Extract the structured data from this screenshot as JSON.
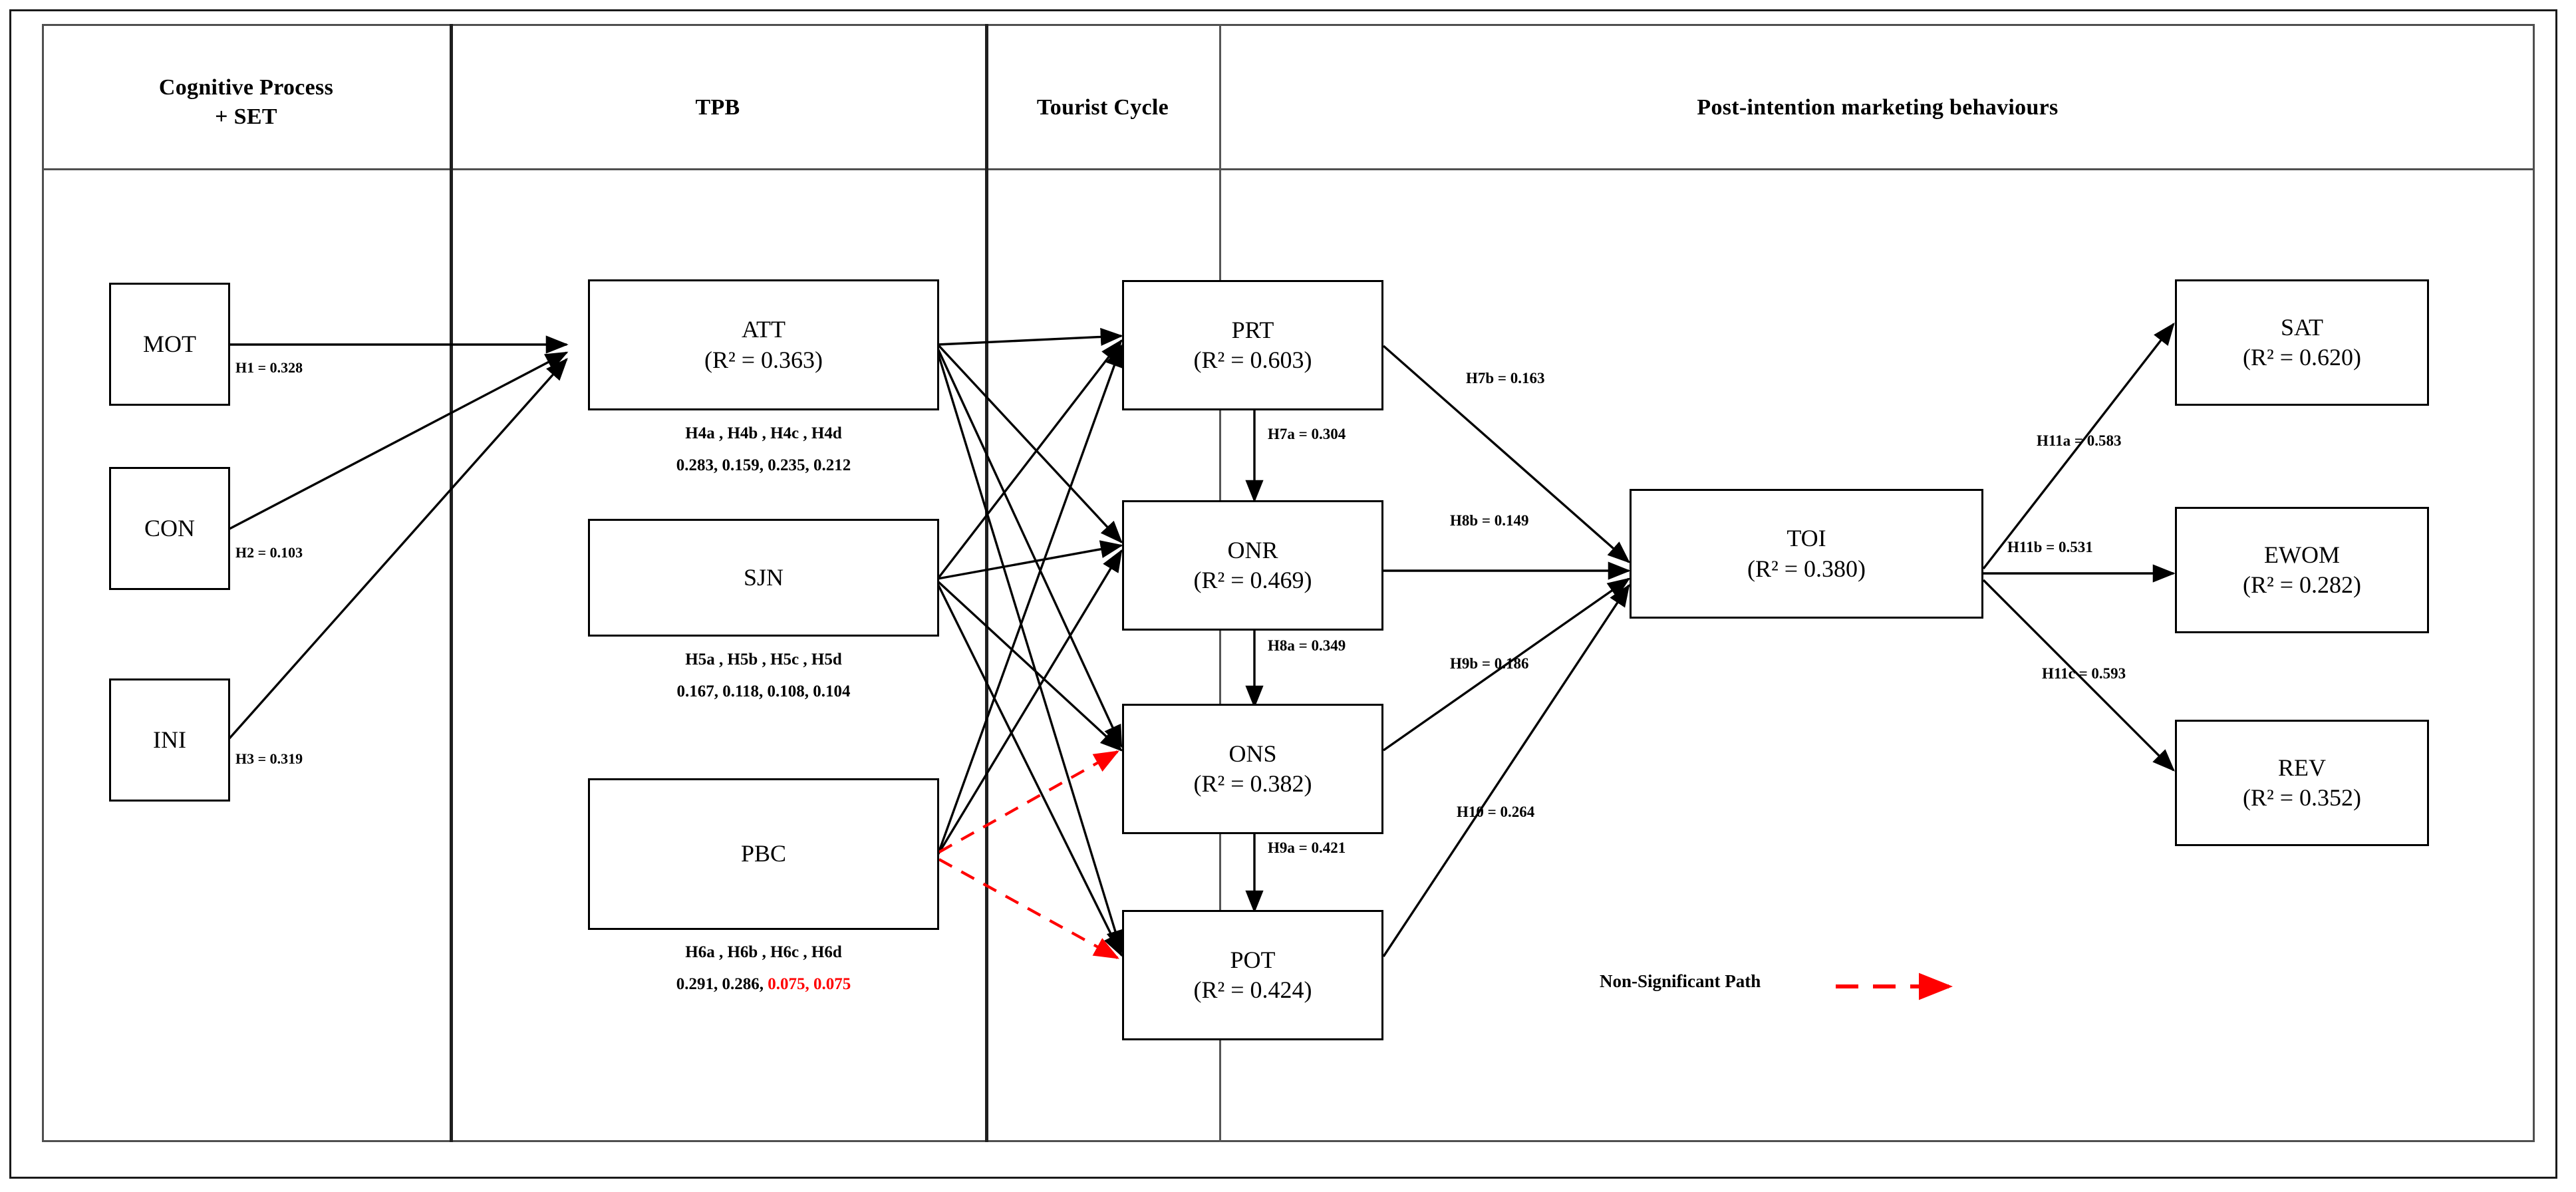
{
  "figure": {
    "type": "sem-path-diagram",
    "columns": [
      {
        "id": "col-cognitive",
        "title": "Cognitive Process\n+ SET"
      },
      {
        "id": "col-tpb",
        "title": "TPB"
      },
      {
        "id": "col-tourist-cycle",
        "title": "Tourist Cycle"
      },
      {
        "id": "col-post-intention",
        "title": "Post-intention marketing behaviours"
      }
    ],
    "column_titles": {
      "cognitive_line1": "Cognitive Process",
      "cognitive_line2": "+ SET",
      "tpb": "TPB",
      "tourist_cycle": "Tourist Cycle",
      "post_intention": "Post-intention marketing behaviours"
    },
    "nodes": [
      {
        "id": "MOT",
        "name": "MOT",
        "r2": null
      },
      {
        "id": "CON",
        "name": "CON",
        "r2": null
      },
      {
        "id": "INI",
        "name": "INI",
        "r2": null
      },
      {
        "id": "ATT",
        "name": "ATT",
        "r2": "(R² = 0.363)",
        "r2_value": 0.363
      },
      {
        "id": "SJN",
        "name": "SJN",
        "r2": null
      },
      {
        "id": "PBC",
        "name": "PBC",
        "r2": null
      },
      {
        "id": "PRT",
        "name": "PRT",
        "r2": "(R² =  0.603)",
        "r2_value": 0.603
      },
      {
        "id": "ONR",
        "name": "ONR",
        "r2": "(R² =  0.469)",
        "r2_value": 0.469
      },
      {
        "id": "ONS",
        "name": "ONS",
        "r2": "(R² =  0.382)",
        "r2_value": 0.382
      },
      {
        "id": "POT",
        "name": "POT",
        "r2": "(R² =  0.424)",
        "r2_value": 0.424
      },
      {
        "id": "TOI",
        "name": "TOI",
        "r2": "(R² = 0.380)",
        "r2_value": 0.38
      },
      {
        "id": "SAT",
        "name": "SAT",
        "r2": "(R² =  0.620)",
        "r2_value": 0.62
      },
      {
        "id": "EWOM",
        "name": "EWOM",
        "r2": "(R² =  0.282)",
        "r2_value": 0.282
      },
      {
        "id": "REV",
        "name": "REV",
        "r2": "(R² =  0.352)",
        "r2_value": 0.352
      }
    ],
    "path_labels": {
      "h1": "H1 = 0.328",
      "h2": "H2 = 0.103",
      "h3": "H3 = 0.319",
      "h7a": "H7a = 0.304",
      "h7b": "H7b = 0.163",
      "h8a": "H8a = 0.349",
      "h8b": "H8b = 0.149",
      "h9a": "H9a = 0.421",
      "h9b": "H9b = 0.186",
      "h10": "H10 = 0.264",
      "h11a": "H11a = 0.583",
      "h11b": "H11b = 0.531",
      "h11c": "H11c = 0.593"
    },
    "hypothesis_blocks": {
      "att": {
        "labels": "H4a ,  H4b , H4c ,  H4d",
        "values_significant": "0.283, 0.159, 0.235, 0.212",
        "values_nonsignificant": ""
      },
      "sjn": {
        "labels": "H5a ,  H5b , H5c ,  H5d",
        "values_significant": "0.167, 0.118, 0.108, 0.104",
        "values_nonsignificant": ""
      },
      "pbc": {
        "labels": "H6a ,  H6b , H6c ,  H6d",
        "values_significant": "0.291, 0.286, ",
        "values_nonsignificant": "0.075, 0.075"
      }
    },
    "legend": {
      "label": "Non-Significant Path"
    },
    "colors": {
      "nonsignificant": "#ff0000",
      "path": "#000000",
      "frame": "#4f4f4f",
      "divider": "#1f1f1f"
    }
  },
  "chart_data": {
    "type": "diagram",
    "title": "Structural model with path coefficients",
    "constructs": [
      {
        "code": "MOT",
        "block": "Cognitive Process + SET",
        "r2": null
      },
      {
        "code": "CON",
        "block": "Cognitive Process + SET",
        "r2": null
      },
      {
        "code": "INI",
        "block": "Cognitive Process + SET",
        "r2": null
      },
      {
        "code": "ATT",
        "block": "TPB",
        "r2": 0.363
      },
      {
        "code": "SJN",
        "block": "TPB",
        "r2": null
      },
      {
        "code": "PBC",
        "block": "TPB",
        "r2": null
      },
      {
        "code": "PRT",
        "block": "Tourist Cycle",
        "r2": 0.603
      },
      {
        "code": "ONR",
        "block": "Tourist Cycle",
        "r2": 0.469
      },
      {
        "code": "ONS",
        "block": "Tourist Cycle",
        "r2": 0.382
      },
      {
        "code": "POT",
        "block": "Tourist Cycle",
        "r2": 0.424
      },
      {
        "code": "TOI",
        "block": "Post-intention marketing behaviours",
        "r2": 0.38
      },
      {
        "code": "SAT",
        "block": "Post-intention marketing behaviours",
        "r2": 0.62
      },
      {
        "code": "EWOM",
        "block": "Post-intention marketing behaviours",
        "r2": 0.282
      },
      {
        "code": "REV",
        "block": "Post-intention marketing behaviours",
        "r2": 0.352
      }
    ],
    "paths": [
      {
        "hypothesis": "H1",
        "from": "MOT",
        "to": "ATT",
        "coefficient": 0.328,
        "significant": true
      },
      {
        "hypothesis": "H2",
        "from": "CON",
        "to": "ATT",
        "coefficient": 0.103,
        "significant": true
      },
      {
        "hypothesis": "H3",
        "from": "INI",
        "to": "ATT",
        "coefficient": 0.319,
        "significant": true
      },
      {
        "hypothesis": "H4a",
        "from": "ATT",
        "to": "PRT",
        "coefficient": 0.283,
        "significant": true
      },
      {
        "hypothesis": "H4b",
        "from": "ATT",
        "to": "ONR",
        "coefficient": 0.159,
        "significant": true
      },
      {
        "hypothesis": "H4c",
        "from": "ATT",
        "to": "ONS",
        "coefficient": 0.235,
        "significant": true
      },
      {
        "hypothesis": "H4d",
        "from": "ATT",
        "to": "POT",
        "coefficient": 0.212,
        "significant": true
      },
      {
        "hypothesis": "H5a",
        "from": "SJN",
        "to": "PRT",
        "coefficient": 0.167,
        "significant": true
      },
      {
        "hypothesis": "H5b",
        "from": "SJN",
        "to": "ONR",
        "coefficient": 0.118,
        "significant": true
      },
      {
        "hypothesis": "H5c",
        "from": "SJN",
        "to": "ONS",
        "coefficient": 0.108,
        "significant": true
      },
      {
        "hypothesis": "H5d",
        "from": "SJN",
        "to": "POT",
        "coefficient": 0.104,
        "significant": true
      },
      {
        "hypothesis": "H6a",
        "from": "PBC",
        "to": "PRT",
        "coefficient": 0.291,
        "significant": true
      },
      {
        "hypothesis": "H6b",
        "from": "PBC",
        "to": "ONR",
        "coefficient": 0.286,
        "significant": true
      },
      {
        "hypothesis": "H6c",
        "from": "PBC",
        "to": "ONS",
        "coefficient": 0.075,
        "significant": false
      },
      {
        "hypothesis": "H6d",
        "from": "PBC",
        "to": "POT",
        "coefficient": 0.075,
        "significant": false
      },
      {
        "hypothesis": "H7a",
        "from": "PRT",
        "to": "ONR",
        "coefficient": 0.304,
        "significant": true
      },
      {
        "hypothesis": "H7b",
        "from": "PRT",
        "to": "TOI",
        "coefficient": 0.163,
        "significant": true
      },
      {
        "hypothesis": "H8a",
        "from": "ONR",
        "to": "ONS",
        "coefficient": 0.349,
        "significant": true
      },
      {
        "hypothesis": "H8b",
        "from": "ONR",
        "to": "TOI",
        "coefficient": 0.149,
        "significant": true
      },
      {
        "hypothesis": "H9a",
        "from": "ONS",
        "to": "POT",
        "coefficient": 0.421,
        "significant": true
      },
      {
        "hypothesis": "H9b",
        "from": "ONS",
        "to": "TOI",
        "coefficient": 0.186,
        "significant": true
      },
      {
        "hypothesis": "H10",
        "from": "POT",
        "to": "TOI",
        "coefficient": 0.264,
        "significant": true
      },
      {
        "hypothesis": "H11a",
        "from": "TOI",
        "to": "SAT",
        "coefficient": 0.583,
        "significant": true
      },
      {
        "hypothesis": "H11b",
        "from": "TOI",
        "to": "EWOM",
        "coefficient": 0.531,
        "significant": true
      },
      {
        "hypothesis": "H11c",
        "from": "TOI",
        "to": "REV",
        "coefficient": 0.593,
        "significant": true
      }
    ],
    "legend": [
      {
        "style": "red dashed arrow",
        "meaning": "Non-Significant Path"
      }
    ]
  }
}
